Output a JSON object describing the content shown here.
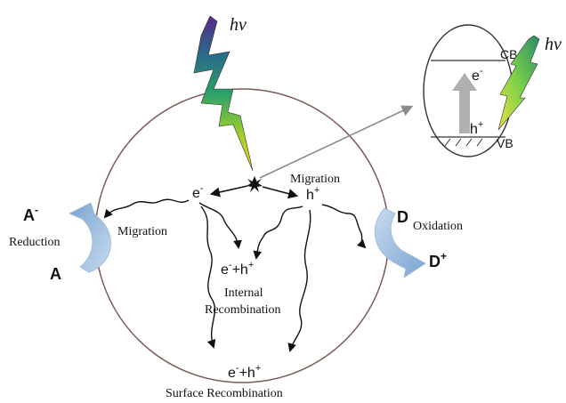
{
  "light_label": "hν",
  "inset": {
    "light_label": "hν",
    "cb_label": "CB",
    "vb_label": "VB",
    "electron": "e",
    "electron_sup": "-",
    "hole": "h",
    "hole_sup": "+"
  },
  "particle": {
    "electron": "e",
    "electron_sup": "-",
    "hole": "h",
    "hole_sup": "+"
  },
  "labels": {
    "migration_left": "Migration",
    "migration_right": "Migration",
    "reduction": "Reduction",
    "oxidation": "Oxidation",
    "internal_pair": "e",
    "internal_pair_sup": "-",
    "internal_pair_rest": "+h",
    "internal_pair_rest_sup": "+",
    "internal_recombination_1": "Internal",
    "internal_recombination_2": "Recombination",
    "surface_pair": "e",
    "surface_pair_sup": "-",
    "surface_pair_rest": "+h",
    "surface_pair_rest_sup": "+",
    "surface_recombination": "Surface Recombination"
  },
  "species": {
    "acceptor_ion": "A",
    "acceptor_ion_sup": "-",
    "acceptor": "A",
    "donor": "D",
    "donor_ion": "D",
    "donor_ion_sup": "+"
  },
  "colors": {
    "circle_stroke": "#7a5a56",
    "swoosh": "#aac4e2",
    "arrow_gray": "#8a8a8a",
    "inset_arrow": "#b0b0b0"
  }
}
